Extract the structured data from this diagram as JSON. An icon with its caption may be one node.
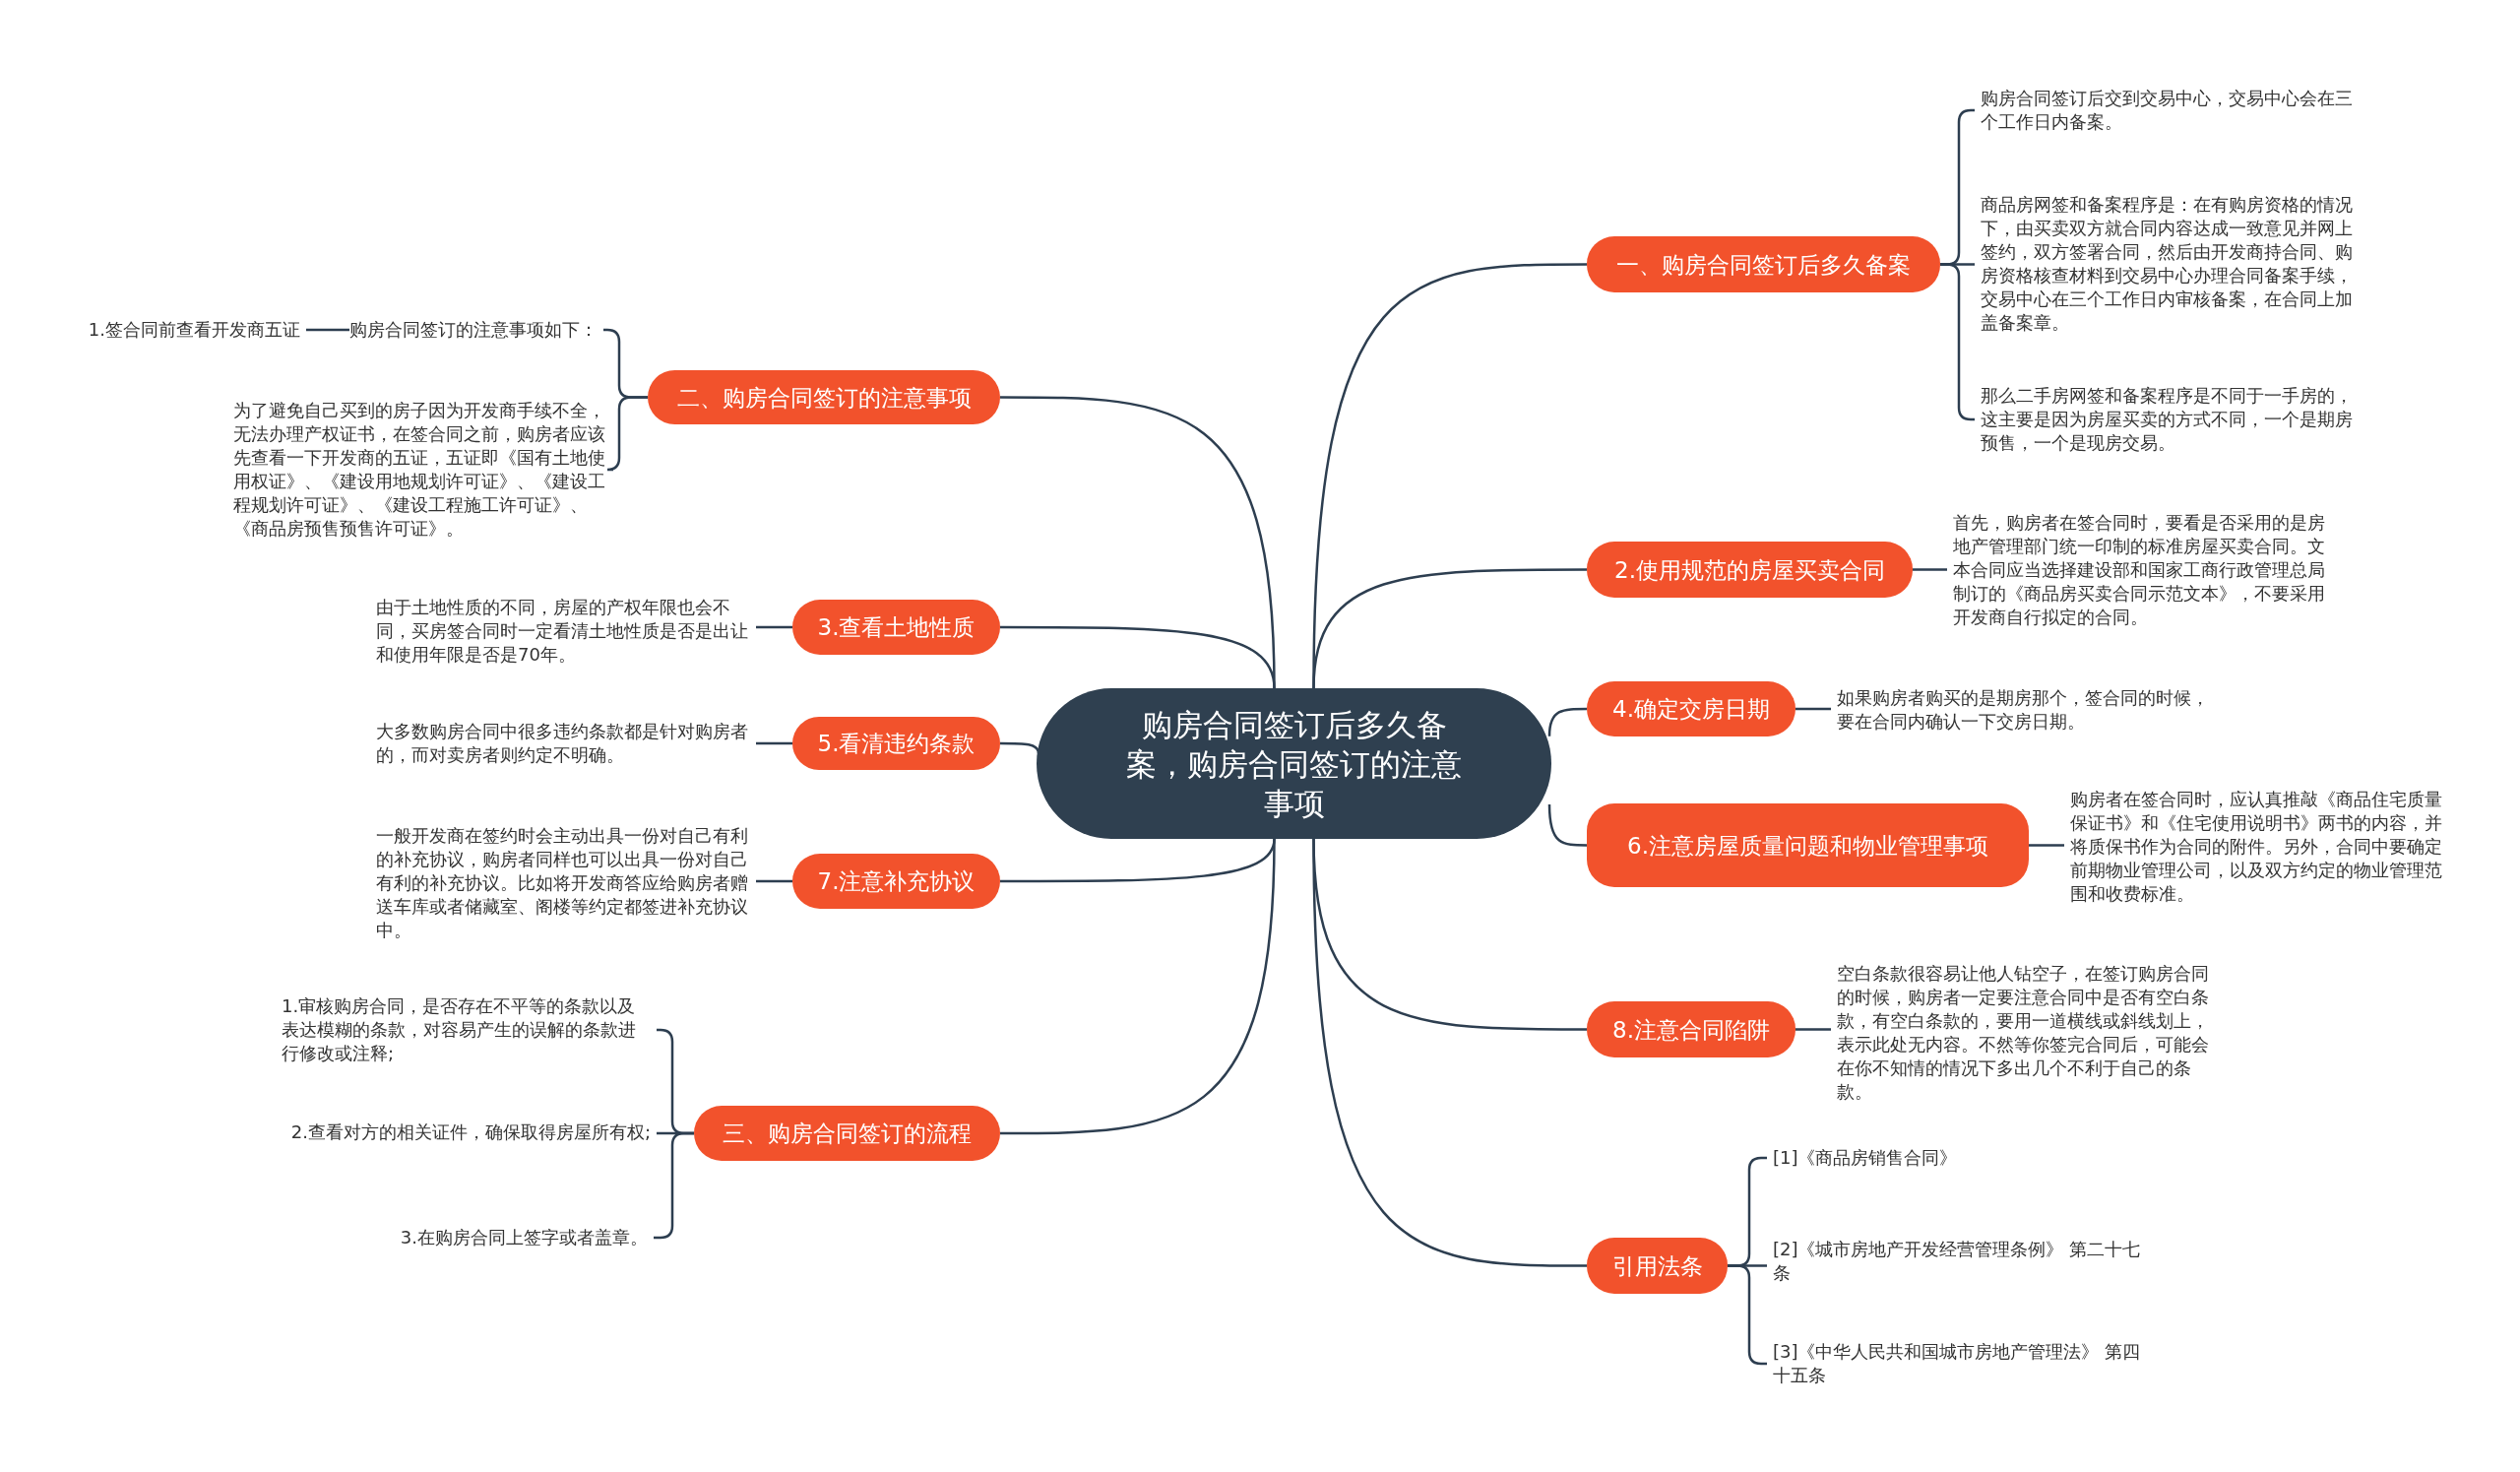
{
  "diagram": {
    "nodes": [
      {
        "text": [
          "购房合同签订后多久备案，购房合同签订的注意事项"
        ]
      },
      {
        "text": [
          "一、购房合同签订后多久备案"
        ]
      },
      {
        "text": [
          "购房合同签订后交到交易中心，交易中心会在三个工作日内备案。"
        ]
      },
      {
        "text": [
          "商品房网签和备案程序是：在有购房资格的情况下，由买卖双方就合同内容达成一致意见并网上签约，双方签署合同，然后由开发商持合同、购房资格核查材料到交易中心办理合同备案手续，交易中心在三个工作日内审核备案，在合同上加盖备案章。"
        ]
      },
      {
        "text": [
          "那么二手房网签和备案程序是不同于一手房的，这主要是因为房屋买卖的方式不同，一个是期房预售，一个是现房交易。"
        ]
      },
      {
        "text": [
          "2.使用规范的房屋买卖合同"
        ]
      },
      {
        "text": [
          "首先，购房者在签合同时，要看是否采用的是房地产管理部门统一印制的标准房屋买卖合同。文本合同应当选择建设部和国家工商行政管理总局制订的《商品房买卖合同示范文本》，不要采用开发商自行拟定的合同。"
        ]
      },
      {
        "text": [
          "4.确定交房日期"
        ]
      },
      {
        "text": [
          "如果购房者购买的是期房那个，签合同的时候，要在合同内确认一下交房日期。"
        ]
      },
      {
        "text": [
          "6.注意房屋质量问题和物业管理事项"
        ]
      },
      {
        "text": [
          "购房者在签合同时，应认真推敲《商品住宅质量保证书》和《住宅使用说明书》两书的内容，并将质保书作为合同的附件。另外，合同中要确定前期物业管理公司，以及双方约定的物业管理范围和收费标准。"
        ]
      },
      {
        "text": [
          "8.注意合同陷阱"
        ]
      },
      {
        "text": [
          "空白条款很容易让他人钻空子，在签订购房合同的时候，购房者一定要注意合同中是否有空白条款，有空白条款的，要用一道横线或斜线划上，表示此处无内容。不然等你签完合同后，可能会在你不知情的情况下多出几个不利于自己的条款。"
        ]
      },
      {
        "text": [
          "引用法条"
        ]
      },
      {
        "text": [
          "[1]《商品房销售合同》"
        ]
      },
      {
        "text": [
          "[2]《城市房地产开发经营管理条例》 第二十七条"
        ]
      },
      {
        "text": [
          "[3]《中华人民共和国城市房地产管理法》 第四十五条"
        ]
      },
      {
        "text": [
          "二、购房合同签订的注意事项"
        ]
      },
      {
        "text": [
          "购房合同签订的注意事项如下："
        ]
      },
      {
        "text": [
          "1.签合同前查看开发商五证"
        ]
      },
      {
        "text": [
          "为了避免自己买到的房子因为开发商手续不全，无法办理产权证书，在签合同之前，购房者应该先查看一下开发商的五证，五证即《国有土地使用权证》、《建设用地规划许可证》、《建设工程规划许可证》、《建设工程施工许可证》、《商品房预售预售许可证》。"
        ]
      },
      {
        "text": [
          "3.查看土地性质"
        ]
      },
      {
        "text": [
          "由于土地性质的不同，房屋的产权年限也会不同，买房签合同时一定看清土地性质是否是出让和使用年限是否是70年。"
        ]
      },
      {
        "text": [
          "5.看清违约条款"
        ]
      },
      {
        "text": [
          "大多数购房合同中很多违约条款都是针对购房者的，而对卖房者则约定不明确。"
        ]
      },
      {
        "text": [
          "7.注意补充协议"
        ]
      },
      {
        "text": [
          "一般开发商在签约时会主动出具一份对自己有利的补充协议，购房者同样也可以出具一份对自己有利的补充协议。比如将开发商答应给购房者赠送车库或者储藏室、阁楼等约定都签进补充协议中。"
        ]
      },
      {
        "text": [
          "三、购房合同签订的流程"
        ]
      },
      {
        "text": [
          "1.审核购房合同，是否存在不平等的条款以及表达模糊的条款，对容易产生的误解的条款进行修改或注释;"
        ]
      },
      {
        "text": [
          "2.查看对方的相关证件，确保取得房屋所有权;"
        ]
      },
      {
        "text": [
          "3.在购房合同上签字或者盖章。"
        ]
      }
    ],
    "edges": [
      {
        "from": 0,
        "to": 1,
        "arrow": "none"
      },
      {
        "from": 1,
        "to": 2,
        "arrow": "none"
      },
      {
        "from": 1,
        "to": 3,
        "arrow": "none"
      },
      {
        "from": 1,
        "to": 4,
        "arrow": "none"
      },
      {
        "from": 0,
        "to": 5,
        "arrow": "none"
      },
      {
        "from": 5,
        "to": 6,
        "arrow": "none"
      },
      {
        "from": 0,
        "to": 7,
        "arrow": "none"
      },
      {
        "from": 7,
        "to": 8,
        "arrow": "none"
      },
      {
        "from": 0,
        "to": 9,
        "arrow": "none"
      },
      {
        "from": 9,
        "to": 10,
        "arrow": "none"
      },
      {
        "from": 0,
        "to": 11,
        "arrow": "none"
      },
      {
        "from": 11,
        "to": 12,
        "arrow": "none"
      },
      {
        "from": 0,
        "to": 13,
        "arrow": "none"
      },
      {
        "from": 13,
        "to": 14,
        "arrow": "none"
      },
      {
        "from": 13,
        "to": 15,
        "arrow": "none"
      },
      {
        "from": 13,
        "to": 16,
        "arrow": "none"
      },
      {
        "from": 0,
        "to": 17,
        "arrow": "none"
      },
      {
        "from": 17,
        "to": 18,
        "arrow": "none"
      },
      {
        "from": 18,
        "to": 19,
        "arrow": "none"
      },
      {
        "from": 17,
        "to": 20,
        "arrow": "none"
      },
      {
        "from": 0,
        "to": 21,
        "arrow": "none"
      },
      {
        "from": 21,
        "to": 22,
        "arrow": "none"
      },
      {
        "from": 0,
        "to": 23,
        "arrow": "none"
      },
      {
        "from": 23,
        "to": 24,
        "arrow": "none"
      },
      {
        "from": 0,
        "to": 25,
        "arrow": "none"
      },
      {
        "from": 25,
        "to": 26,
        "arrow": "none"
      },
      {
        "from": 0,
        "to": 27,
        "arrow": "none"
      },
      {
        "from": 27,
        "to": 28,
        "arrow": "none"
      },
      {
        "from": 27,
        "to": 29,
        "arrow": "none"
      },
      {
        "from": 27,
        "to": 30,
        "arrow": "none"
      }
    ]
  }
}
